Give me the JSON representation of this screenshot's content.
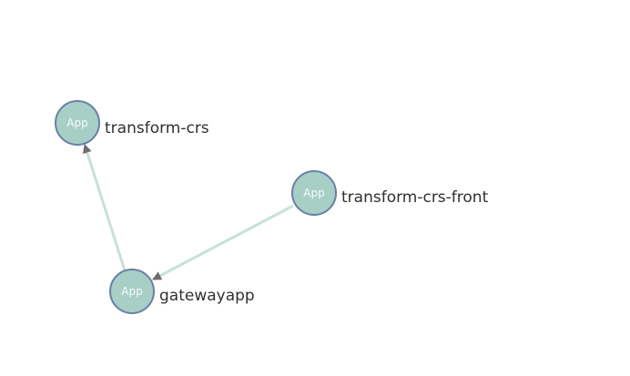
{
  "graph": {
    "colors": {
      "node_fill": "#a8cfc6",
      "node_stroke": "#6b7fa6",
      "node_type_text": "#f4fbf9",
      "label_text": "#2f3033",
      "edge": "#c6e1d9",
      "arrowhead": "#6e6e6e"
    },
    "nodes": [
      {
        "id": "transform-crs",
        "type_label": "App",
        "label": "transform-crs"
      },
      {
        "id": "transform-crs-front",
        "type_label": "App",
        "label": "transform-crs-front"
      },
      {
        "id": "gatewayapp",
        "type_label": "App",
        "label": "gatewayapp"
      }
    ],
    "edges": [
      {
        "from": "gatewayapp",
        "to": "transform-crs"
      },
      {
        "from": "transform-crs-front",
        "to": "gatewayapp"
      }
    ]
  }
}
